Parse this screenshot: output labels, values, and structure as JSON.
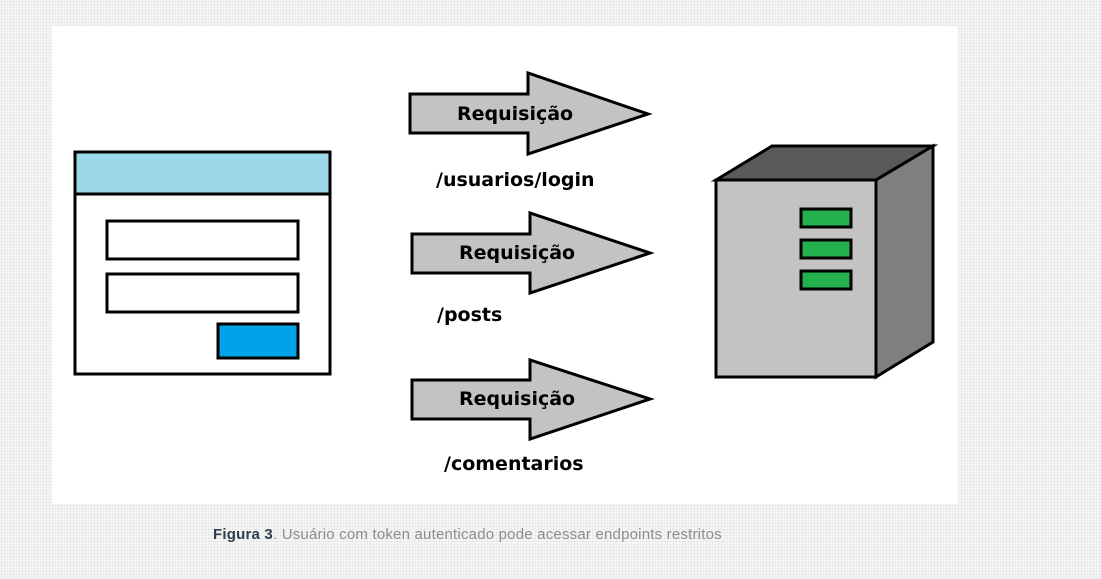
{
  "diagram": {
    "requests": [
      {
        "label": "Requisição",
        "endpoint": "/usuarios/login"
      },
      {
        "label": "Requisição",
        "endpoint": "/posts"
      },
      {
        "label": "Requisição",
        "endpoint": "/comentarios"
      }
    ],
    "colors": {
      "window_titlebar": "#9bd8e8",
      "window_button": "#00a2e8",
      "arrow_fill": "#c3c3c3",
      "server_front": "#c3c3c3",
      "server_top": "#5a5a5a",
      "server_side": "#7f7f7f",
      "server_lights": "#22b14c"
    }
  },
  "caption": {
    "label": "Figura 3",
    "text": ". Usuário com token autenticado pode acessar endpoints restritos"
  }
}
